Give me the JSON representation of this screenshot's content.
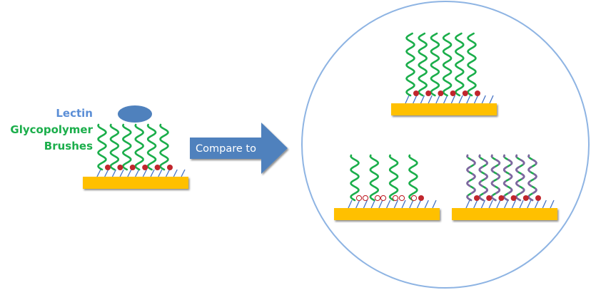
{
  "labels": {
    "lectin": "Lectin",
    "glycopolymer": "Glycopolymer",
    "brushes": "Brushes",
    "arrow": "Compare to"
  },
  "colors": {
    "lectin_text": "#5B8ED6",
    "glyco_text": "#1BAE4B",
    "lectin_shape": "#4F81BD",
    "arrow_fill": "#4F81BD",
    "substrate": "#FFC000",
    "linker": "#4472C4",
    "chain_green": "#1BAE4B",
    "chain_purple": "#8064A2",
    "sugar": "#C0262D",
    "circle": "#8EB4E3"
  },
  "panels": [
    {
      "id": "reference",
      "chains": 6,
      "chain_style": "green",
      "sugar_pattern": [
        "filled",
        "filled",
        "filled",
        "filled",
        "filled",
        "filled"
      ],
      "has_lectin": true
    },
    {
      "id": "compare-top",
      "chains": 6,
      "chain_style": "green",
      "sugar_pattern": [
        "filled",
        "filled",
        "filled",
        "filled",
        "filled",
        "filled"
      ],
      "has_lectin": false
    },
    {
      "id": "compare-bottom-left",
      "chains": 4,
      "chain_style": "green",
      "sugar_pattern": [
        "open",
        "open",
        "open",
        "open",
        "open",
        "open",
        "open",
        "filled"
      ],
      "has_lectin": false
    },
    {
      "id": "compare-bottom-right",
      "chains": 6,
      "chain_style": "green-purple",
      "sugar_pattern": [
        "filled",
        "filled",
        "filled",
        "filled",
        "filled",
        "filled"
      ],
      "has_lectin": false
    }
  ]
}
